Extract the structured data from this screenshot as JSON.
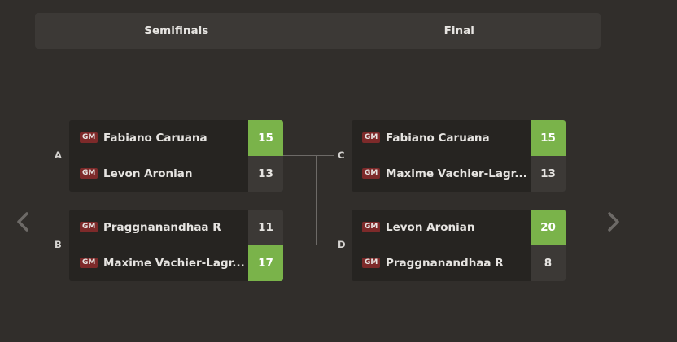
{
  "tabs": [
    "Semifinals",
    "Final"
  ],
  "matches": [
    {
      "label": "A",
      "players": [
        {
          "title": "GM",
          "name": "Fabiano Caruana",
          "score": "15",
          "winner": true
        },
        {
          "title": "GM",
          "name": "Levon Aronian",
          "score": "13",
          "winner": false
        }
      ]
    },
    {
      "label": "B",
      "players": [
        {
          "title": "GM",
          "name": "Praggnanandhaa R",
          "score": "11",
          "winner": false
        },
        {
          "title": "GM",
          "name": "Maxime Vachier-Lagr...",
          "score": "17",
          "winner": true
        }
      ]
    },
    {
      "label": "C",
      "players": [
        {
          "title": "GM",
          "name": "Fabiano Caruana",
          "score": "15",
          "winner": true
        },
        {
          "title": "GM",
          "name": "Maxime Vachier-Lagr...",
          "score": "13",
          "winner": false
        }
      ]
    },
    {
      "label": "D",
      "players": [
        {
          "title": "GM",
          "name": "Levon Aronian",
          "score": "20",
          "winner": true
        },
        {
          "title": "GM",
          "name": "Praggnanandhaa R",
          "score": "8",
          "winner": false
        }
      ]
    }
  ],
  "icons": {
    "prev": "chevron-left-icon",
    "next": "chevron-right-icon"
  },
  "colors": {
    "background": "#312e2b",
    "card": "#262421",
    "win": "#7ab34a",
    "badge": "#7d2a2a"
  }
}
